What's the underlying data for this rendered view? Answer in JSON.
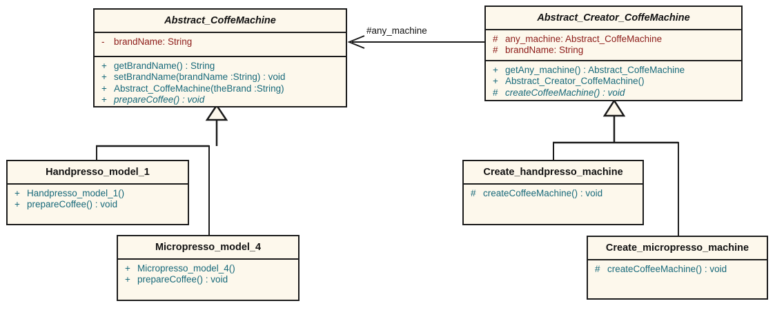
{
  "diagram": {
    "title": "Abstract Factory / Factory Method UML class diagram",
    "colors": {
      "class_fill": "#fdf8ec",
      "border": "#1a1a1a",
      "attribute_text": "#8c1a17",
      "method_text": "#17697a",
      "label_text": "#111111",
      "canvas": "#ffffff"
    },
    "classes": [
      {
        "id": "abstract-coffemachine",
        "name": "Abstract_CoffeMachine",
        "abstract": true,
        "attributes": [
          {
            "visibility": "-",
            "text": "brandName:  String"
          }
        ],
        "methods": [
          {
            "visibility": "+",
            "text": "getBrandName() : String",
            "abstract": false
          },
          {
            "visibility": "+",
            "text": "setBrandName(brandName :String) : void",
            "abstract": false
          },
          {
            "visibility": "+",
            "text": "Abstract_CoffeMachine(theBrand :String)",
            "abstract": false
          },
          {
            "visibility": "+",
            "text": "prepareCoffee() : void",
            "abstract": true
          }
        ]
      },
      {
        "id": "abstract-creator-coffemachine",
        "name": "Abstract_Creator_CoffeMachine",
        "abstract": true,
        "attributes": [
          {
            "visibility": "#",
            "text": "any_machine:  Abstract_CoffeMachine"
          },
          {
            "visibility": "#",
            "text": "brandName:  String"
          }
        ],
        "methods": [
          {
            "visibility": "+",
            "text": "getAny_machine() : Abstract_CoffeMachine",
            "abstract": false
          },
          {
            "visibility": "+",
            "text": "Abstract_Creator_CoffeMachine()",
            "abstract": false
          },
          {
            "visibility": "#",
            "text": "createCoffeeMachine() : void",
            "abstract": true
          }
        ]
      },
      {
        "id": "handpresso-model-1",
        "name": "Handpresso_model_1",
        "abstract": false,
        "attributes": [],
        "methods": [
          {
            "visibility": "+",
            "text": "Handpresso_model_1()",
            "abstract": false
          },
          {
            "visibility": "+",
            "text": "prepareCoffee() : void",
            "abstract": false
          }
        ]
      },
      {
        "id": "micropresso-model-4",
        "name": "Micropresso_model_4",
        "abstract": false,
        "attributes": [],
        "methods": [
          {
            "visibility": "+",
            "text": "Micropresso_model_4()",
            "abstract": false
          },
          {
            "visibility": "+",
            "text": "prepareCoffee() : void",
            "abstract": false
          }
        ]
      },
      {
        "id": "create-handpresso-machine",
        "name": "Create_handpresso_machine",
        "abstract": false,
        "attributes": [],
        "methods": [
          {
            "visibility": "#",
            "text": "createCoffeeMachine() : void",
            "abstract": false
          }
        ]
      },
      {
        "id": "create-micropresso-machine",
        "name": "Create_micropresso_machine",
        "abstract": false,
        "attributes": [],
        "methods": [
          {
            "visibility": "#",
            "text": "createCoffeeMachine() : void",
            "abstract": false
          }
        ]
      }
    ],
    "relationships": [
      {
        "id": "assoc-any-machine",
        "type": "association",
        "label": "#any_machine",
        "from": "abstract-creator-coffemachine",
        "to": "abstract-coffemachine"
      },
      {
        "id": "gen-handpresso",
        "type": "generalization",
        "label": "",
        "from": "handpresso-model-1",
        "to": "abstract-coffemachine"
      },
      {
        "id": "gen-micropresso",
        "type": "generalization",
        "label": "",
        "from": "micropresso-model-4",
        "to": "abstract-coffemachine"
      },
      {
        "id": "gen-create-handpresso",
        "type": "generalization",
        "label": "",
        "from": "create-handpresso-machine",
        "to": "abstract-creator-coffemachine"
      },
      {
        "id": "gen-create-micropresso",
        "type": "generalization",
        "label": "",
        "from": "create-micropresso-machine",
        "to": "abstract-creator-coffemachine"
      }
    ]
  }
}
